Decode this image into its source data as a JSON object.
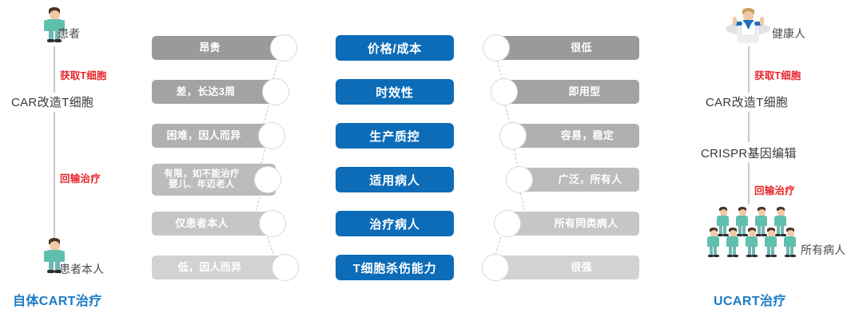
{
  "diagram": {
    "title_left": "自体CART治疗",
    "title_right": "UCART治疗"
  },
  "left_flow": {
    "person_top_label": "患者",
    "step1": "获取T细胞",
    "node1": "CAR改造T细胞",
    "step2": "回输治疗",
    "person_bottom_label": "患者本人"
  },
  "right_flow": {
    "person_top_label": "健康人",
    "step1": "获取T细胞",
    "node1": "CAR改造T细胞",
    "node2": "CRISPR基因编辑",
    "step2": "回输治疗",
    "person_bottom_label": "所有病人"
  },
  "comparison": {
    "rows": [
      {
        "left": "昂贵",
        "center": "价格/成本",
        "right": "很低"
      },
      {
        "left": "差，长达3周",
        "center": "时效性",
        "right": "即用型"
      },
      {
        "left": "困难，因人而异",
        "center": "生产质控",
        "right": "容易，稳定"
      },
      {
        "left": "有限，如不能治疗\n婴儿、年迈老人",
        "center": "适用病人",
        "right": "广泛，所有人"
      },
      {
        "left": "仅患者本人",
        "center": "治疗病人",
        "right": "所有同类病人"
      },
      {
        "left": "低，因人而异",
        "center": "T细胞杀伤能力",
        "right": "很强"
      }
    ]
  },
  "colors": {
    "accent_blue": "#0c6cb8",
    "title_blue": "#1a7bc4",
    "step_red": "#e8262b",
    "bar_gray_dark": "#9a9a9a",
    "bar_gray_light": "#d2d2d2",
    "line_gray": "#c9c9c9"
  }
}
